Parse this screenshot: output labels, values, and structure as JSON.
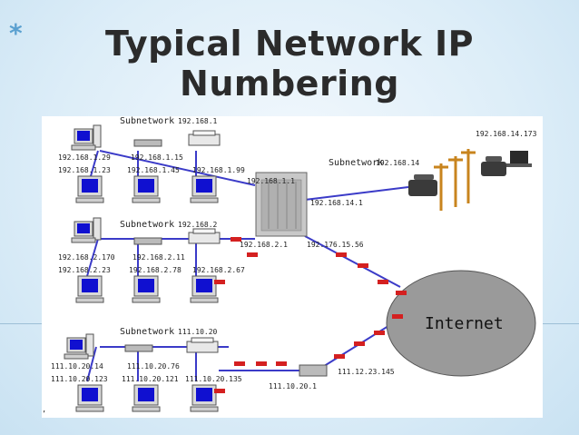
{
  "slide": {
    "title": "Typical Network IP Numbering",
    "bullet": "*"
  },
  "colors": {
    "title": "#2b2b2b",
    "bullet": "#5aa0d0",
    "link": "#3b3bc8",
    "packet": "#d42020",
    "internet_cloud": "#9a9a9a",
    "screen": "#1010d0"
  },
  "diagram": {
    "subnet1": {
      "label": "Subnetwork",
      "ip": "192.168.1",
      "hosts": [
        "192.168.1.29",
        "192.168.1.15",
        "192.168.1.23",
        "192.168.1.45",
        "192.168.1.99"
      ]
    },
    "subnet2": {
      "label": "Subnetwork",
      "ip": "192.168.2",
      "hosts": [
        "192.168.2.170",
        "192.168.2.11",
        "192.168.2.23",
        "192.168.2.78",
        "192.168.2.67"
      ]
    },
    "subnet3": {
      "label": "Subnetwork",
      "ip": "111.10.20",
      "hosts": [
        "111.10.20.14",
        "111.10.20.76",
        "111.10.20.123",
        "111.10.20.121",
        "111.10.20.135"
      ]
    },
    "subnet4": {
      "label": "Subnetwork",
      "ip": "192.168.14",
      "phone_ip": "192.168.14.173"
    },
    "router": {
      "port1": "192.168.1.1",
      "port2": "192.168.2.1",
      "port3": "192.168.14.1",
      "wan": "192.176.15.56"
    },
    "router2": {
      "lan": "111.10.20.1",
      "wan": "111.12.23.145"
    },
    "internet": "Internet"
  }
}
